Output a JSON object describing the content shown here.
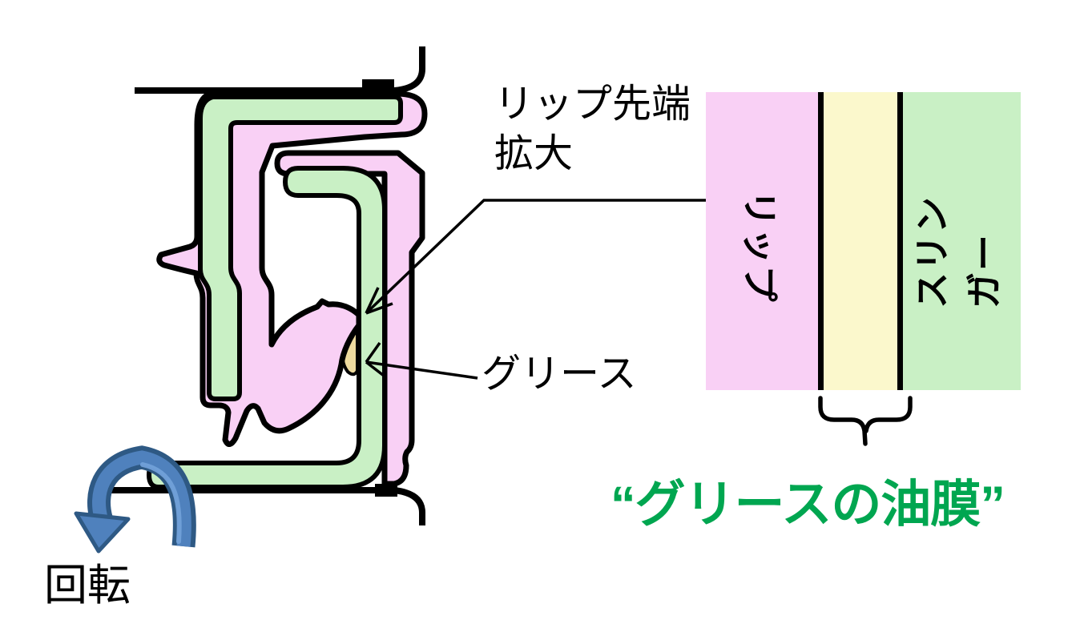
{
  "cross_section": {
    "lip_tip_label_line1": "リップ先端",
    "lip_tip_label_line2": "拡大",
    "grease_label": "グリース",
    "rotation_label": "回転"
  },
  "enlarged_view": {
    "lip_band_label": "リップ",
    "slinger_band_label": "スリンガー",
    "oil_film_label": "“グリースの油膜”"
  },
  "colors": {
    "seal_rubber_pink": "#F9D0F5",
    "metal_green": "#C9F0C5",
    "grease_tan": "#EDDA9E",
    "grease_film_yellow": "#FBF8CC",
    "outline_black": "#000000",
    "rotation_arrow_blue": "#4F81BD",
    "rotation_arrow_dark_blue": "#2E5984",
    "rotation_arrow_highlight_blue": "#71A0D8",
    "oil_film_text_green": "#00A650"
  }
}
